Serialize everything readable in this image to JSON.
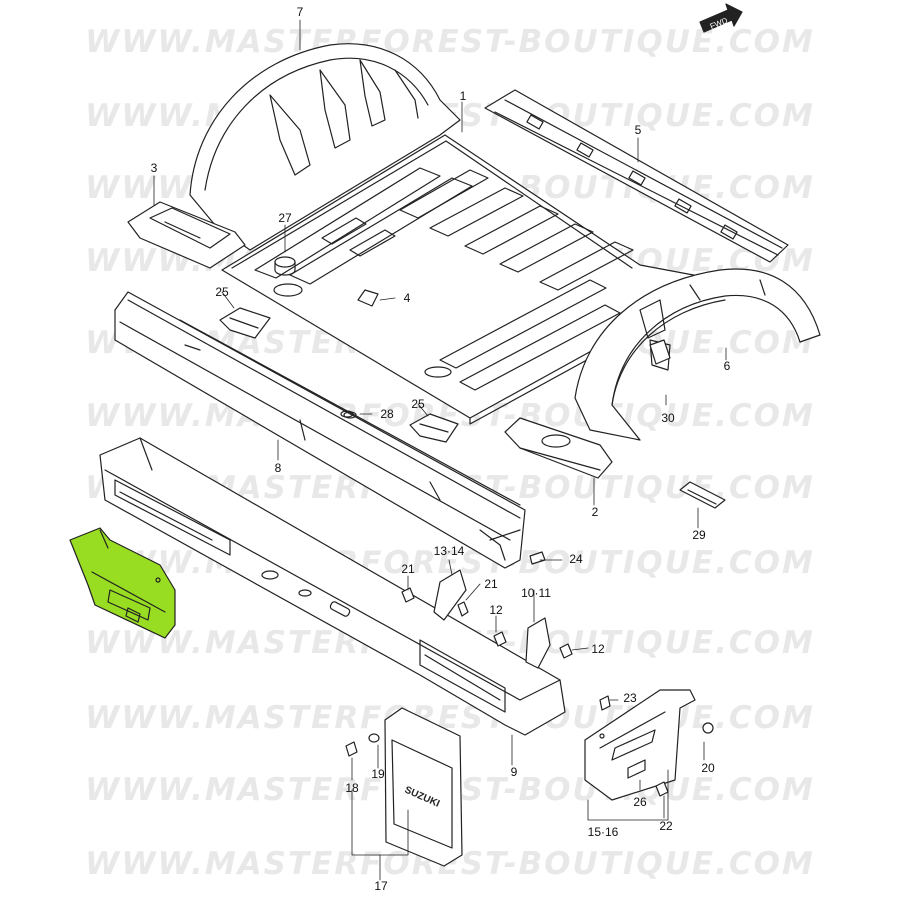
{
  "watermark": "WWW.MASTERFOREST-BOUTIQUE.COM",
  "fwd_label": "FWD",
  "highlight_color": "#99dd22",
  "callouts": {
    "c1": "1",
    "c2": "2",
    "c3": "3",
    "c4": "4",
    "c5": "5",
    "c6": "6",
    "c7": "7",
    "c8": "8",
    "c9": "9",
    "c10_11": "10·11",
    "c12a": "12",
    "c12b": "12",
    "c13_14": "13·14",
    "c15_16": "15·16",
    "c17": "17",
    "c18": "18",
    "c19": "19",
    "c20": "20",
    "c21a": "21",
    "c21b": "21",
    "c22": "22",
    "c23": "23",
    "c24": "24",
    "c25a": "25",
    "c25b": "25",
    "c26": "26",
    "c27": "27",
    "c28": "28",
    "c29": "29",
    "c30": "30"
  },
  "mudflap_brand": "SUZUKI"
}
